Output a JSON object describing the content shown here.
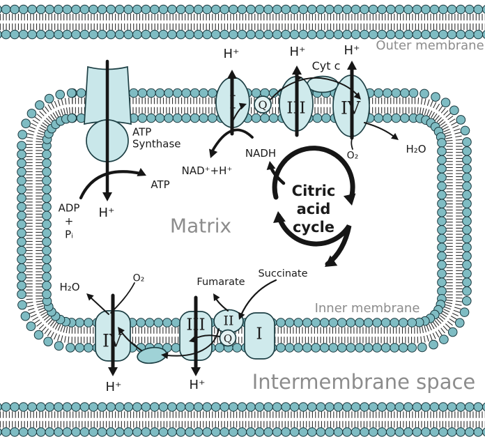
{
  "title": "Mitochondrial electron transport chain / oxidative phosphorylation diagram",
  "labels": {
    "outer_membrane": "Outer membrane",
    "inner_membrane": "Inner membrane",
    "matrix": "Matrix",
    "intermembrane_space": "Intermembrane space",
    "atp_synthase_line1": "ATP",
    "atp_synthase_line2": "Synthase",
    "atp": "ATP",
    "adp_line1": "ADP",
    "adp_line2": "+",
    "adp_line3": "Pᵢ",
    "h_plus": "H⁺",
    "nadh": "NADH",
    "nad_h": "NAD⁺+H⁺",
    "cyt_c": "Cyt c",
    "o2": "O₂",
    "h2o": "H₂O",
    "fumarate": "Fumarate",
    "succinate": "Succinate",
    "citric_line1": "Citric",
    "citric_line2": "acid",
    "citric_line3": "cycle",
    "complexes": {
      "i": "I",
      "ii": "II",
      "iii": "III",
      "iv": "IV",
      "q": "Q"
    }
  },
  "colors": {
    "background": "#ffffff",
    "head_fill": "#7fbcc3",
    "head_stroke": "#16343a",
    "tail": "#2b2b2b",
    "complex_fill": "#cfeaec",
    "complex_stroke": "#1d3f44",
    "atp_synthase_fill": "#c9e7ea",
    "q_fill": "#e4f2f3",
    "cytc_fill": "#9fd2d6",
    "arrow": "#161616",
    "gray_label": "#8c8c8c",
    "text": "#1a1a1a"
  }
}
